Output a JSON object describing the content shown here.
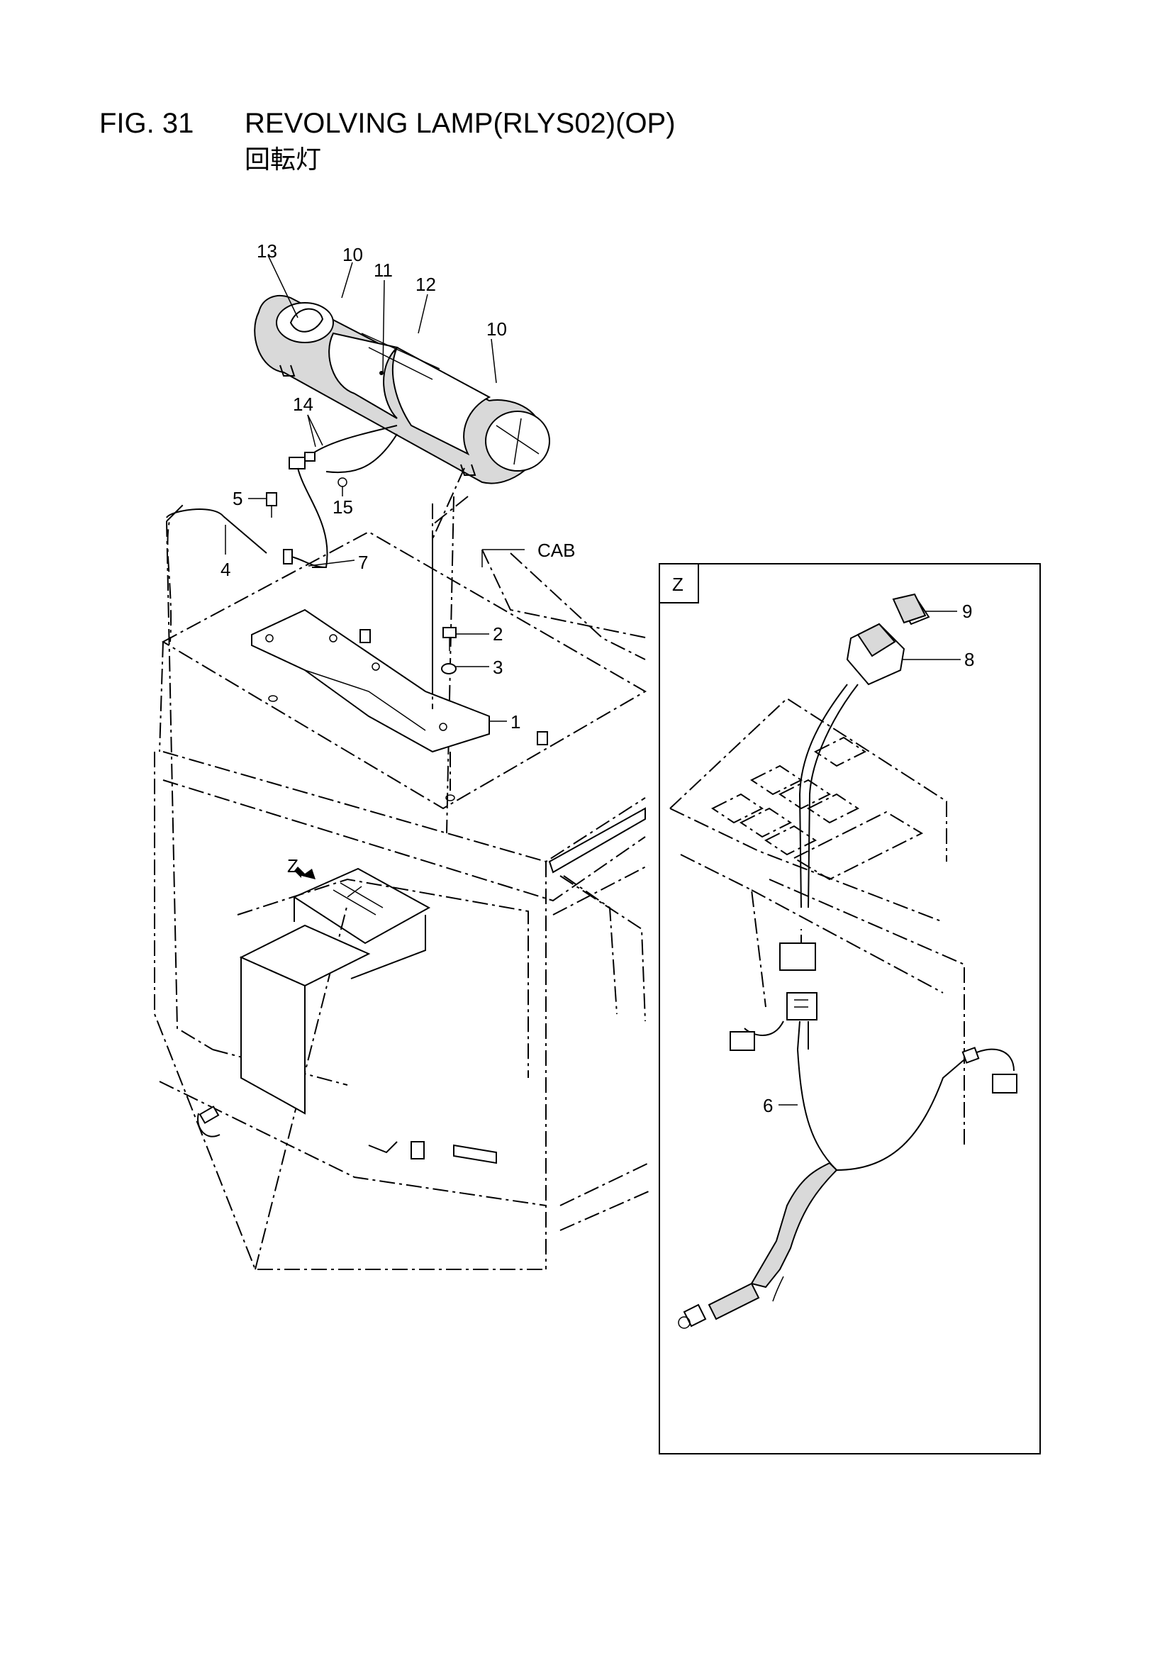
{
  "header": {
    "fig_number": "FIG. 31",
    "title": "REVOLVING LAMP(RLYS02)(OP)",
    "subtitle": "回転灯"
  },
  "labels": {
    "cab": "CAB",
    "view_z_arrow": "Z",
    "inset_z": "Z"
  },
  "callouts": [
    {
      "id": "13",
      "text": "13"
    },
    {
      "id": "10a",
      "text": "10"
    },
    {
      "id": "11",
      "text": "11"
    },
    {
      "id": "12",
      "text": "12"
    },
    {
      "id": "10b",
      "text": "10"
    },
    {
      "id": "14",
      "text": "14"
    },
    {
      "id": "15",
      "text": "15"
    },
    {
      "id": "5",
      "text": "5"
    },
    {
      "id": "4",
      "text": "4"
    },
    {
      "id": "7",
      "text": "7"
    },
    {
      "id": "2",
      "text": "2"
    },
    {
      "id": "3",
      "text": "3"
    },
    {
      "id": "1",
      "text": "1"
    },
    {
      "id": "9",
      "text": "9"
    },
    {
      "id": "8",
      "text": "8"
    },
    {
      "id": "6",
      "text": "6"
    }
  ]
}
